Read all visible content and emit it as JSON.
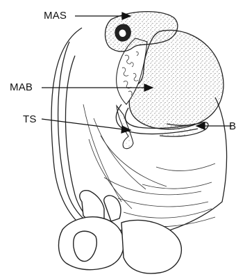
{
  "figure": {
    "labels": {
      "mas": "MAS",
      "mab": "MAB",
      "ts": "TS",
      "b": "B"
    }
  },
  "colors": {
    "ink": "#222222",
    "background": "#ffffff"
  }
}
